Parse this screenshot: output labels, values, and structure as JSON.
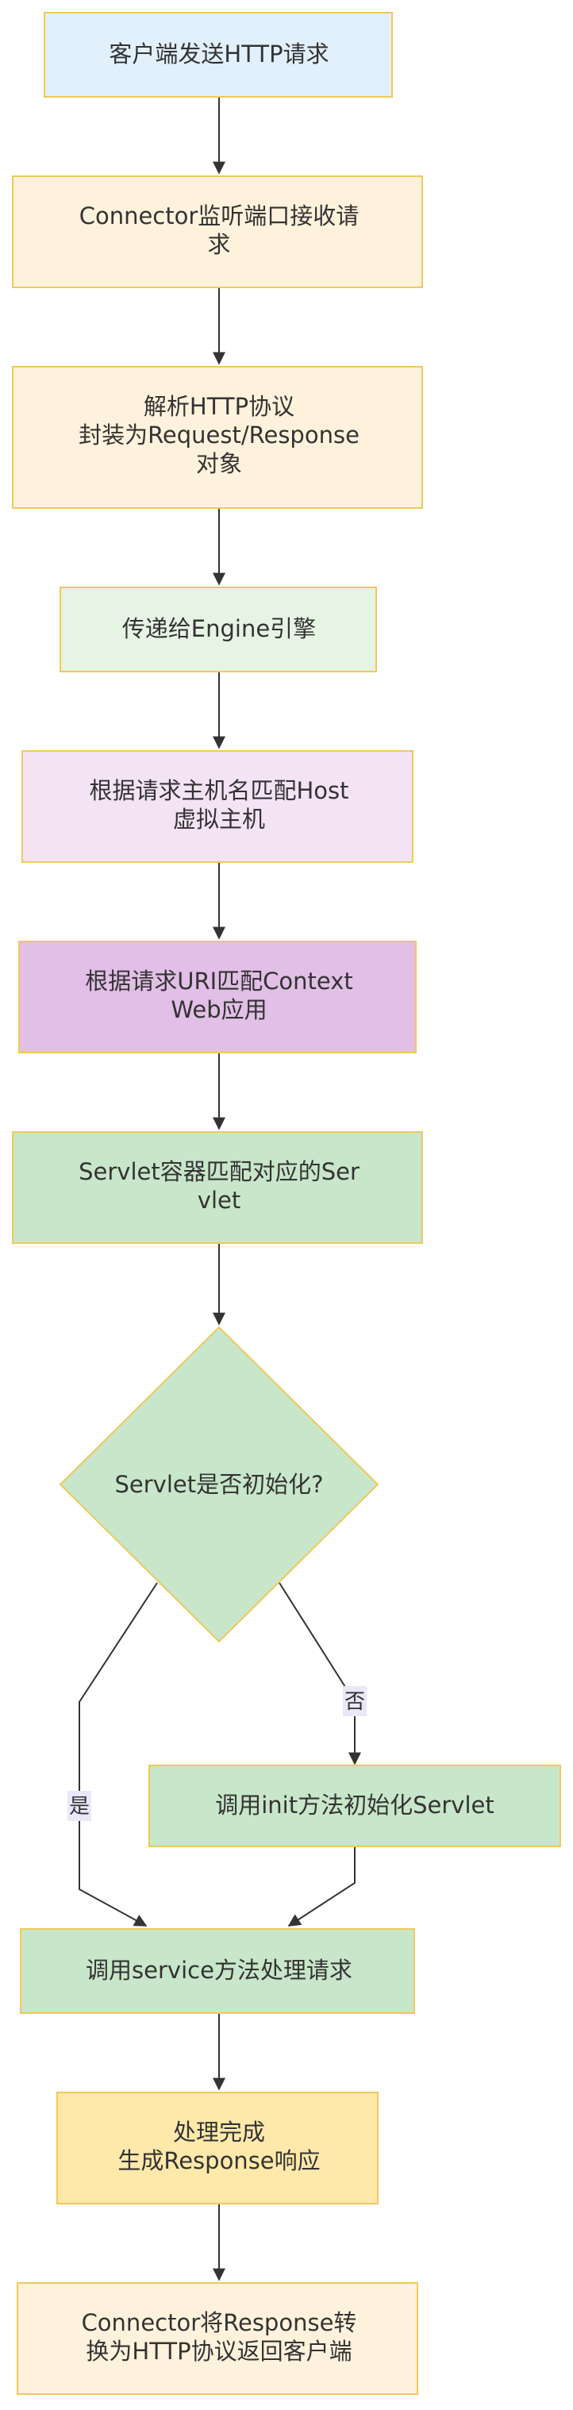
{
  "nodes": {
    "n1": {
      "label": "客户端发送HTTP请求",
      "fill": "#e1f0fb",
      "stroke": "#f0c95a"
    },
    "n2": {
      "line1": "Connector监听端口接收请",
      "line2": "求",
      "fill": "#fff2dc",
      "stroke": "#f0c95a"
    },
    "n3": {
      "line1": "解析HTTP协议",
      "line2": "封装为Request/Response",
      "line3": "对象",
      "fill": "#fff2dc",
      "stroke": "#f0c95a"
    },
    "n4": {
      "label": "传递给Engine引擎",
      "fill": "#e6f4e4",
      "stroke": "#f0c95a"
    },
    "n5": {
      "line1": "根据请求主机名匹配Host",
      "line2": "虚拟主机",
      "fill": "#f3e3f5",
      "stroke": "#f0c95a"
    },
    "n6": {
      "line1": "根据请求URI匹配Context",
      "line2": "Web应用",
      "fill": "#e1bfe6",
      "stroke": "#f0c95a"
    },
    "n7": {
      "line1": "Servlet容器匹配对应的Ser",
      "line2": "vlet",
      "fill": "#c8e6c9",
      "stroke": "#f0c95a"
    },
    "d1": {
      "label": "Servlet是否初始化?",
      "fill": "#c8e6c9",
      "stroke": "#f0c95a"
    },
    "n8": {
      "label": "调用init方法初始化Servlet",
      "fill": "#c8e6c9",
      "stroke": "#f0c95a"
    },
    "n9": {
      "label": "调用service方法处理请求",
      "fill": "#c8e6c9",
      "stroke": "#f0c95a"
    },
    "n10": {
      "line1": "处理完成",
      "line2": "生成Response响应",
      "fill": "#ffe9aa",
      "stroke": "#f0c95a"
    },
    "n11": {
      "line1": "Connector将Response转",
      "line2": "换为HTTP协议返回客户端",
      "fill": "#fff2dc",
      "stroke": "#f0c95a"
    }
  },
  "edges": {
    "no_label": "否",
    "yes_label": "是",
    "label_bg": "#e8e8f8",
    "line_color": "#333333"
  }
}
